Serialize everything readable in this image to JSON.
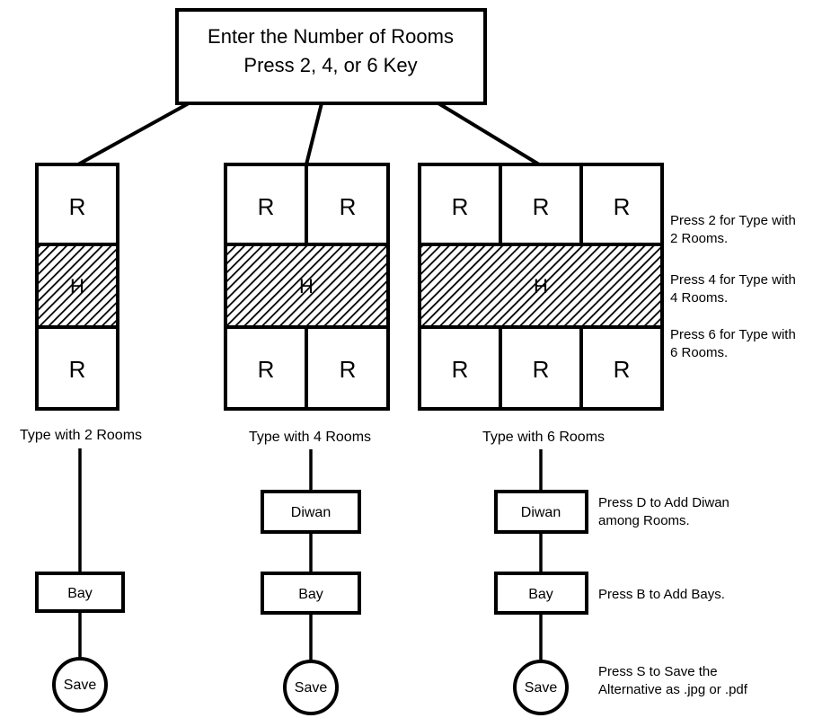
{
  "root": {
    "line1": "Enter the Number of Rooms",
    "line2": "Press 2, 4, or 6 Key"
  },
  "room_letter": "R",
  "hall_letter": "H",
  "types": [
    {
      "caption": "Type with 2 Rooms",
      "bay": "Bay",
      "save": "Save"
    },
    {
      "caption": "Type with 4 Rooms",
      "diwan": "Diwan",
      "bay": "Bay",
      "save": "Save"
    },
    {
      "caption": "Type with 6 Rooms",
      "diwan": "Diwan",
      "bay": "Bay",
      "save": "Save"
    }
  ],
  "notes": {
    "press2": [
      "Press 2 for Type with",
      "2 Rooms."
    ],
    "press4": [
      "Press 4 for Type with",
      "4 Rooms."
    ],
    "press6": [
      "Press 6 for Type with",
      "6 Rooms."
    ],
    "pressD": [
      "Press D to Add Diwan",
      "among Rooms."
    ],
    "pressB": "Press B to Add Bays.",
    "pressS": [
      "Press S to Save the",
      "Alternative as .jpg or .pdf"
    ]
  }
}
